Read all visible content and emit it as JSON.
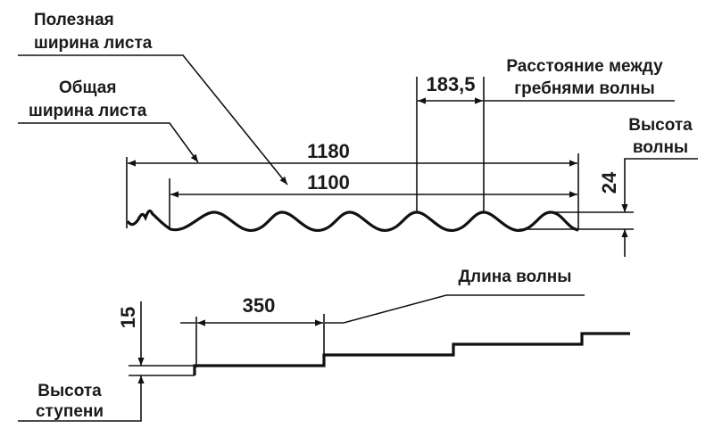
{
  "labels": {
    "useful_width": [
      "Полезная",
      "ширина листа"
    ],
    "total_width": [
      "Общая",
      "ширина листа"
    ],
    "crest_distance": [
      "Расстояние между",
      "гребнями волны"
    ],
    "wave_height": [
      "Высота",
      "волны"
    ],
    "wave_length": "Длина волны",
    "step_height": [
      "Высота",
      "ступени"
    ]
  },
  "dimensions": {
    "total_width": "1180",
    "useful_width": "1100",
    "crest_distance": "183,5",
    "wave_height": "24",
    "wave_length": "350",
    "step_height": "15"
  }
}
